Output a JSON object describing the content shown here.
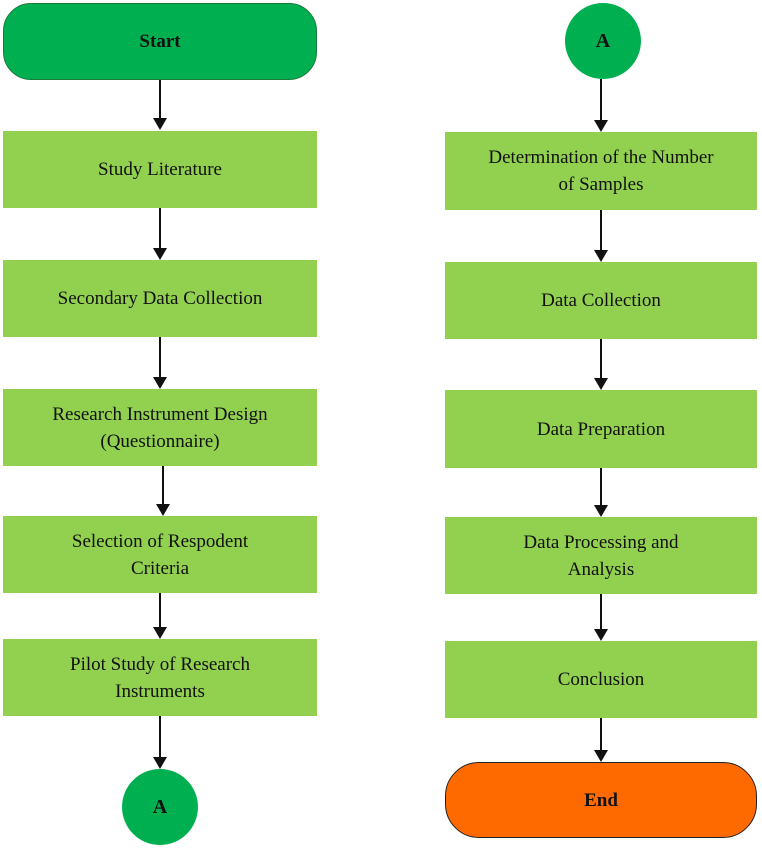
{
  "left_column": {
    "start_label": "Start",
    "steps": [
      {
        "line1": "Study Literature",
        "line2": ""
      },
      {
        "line1": "Secondary Data Collection",
        "line2": ""
      },
      {
        "line1": "Research Instrument Design",
        "line2": "(Questionnaire)"
      },
      {
        "line1": "Selection of Respodent",
        "line2": "Criteria"
      },
      {
        "line1": "Pilot Study of Research",
        "line2": "Instruments"
      }
    ],
    "connector_label": "A"
  },
  "right_column": {
    "connector_label": "A",
    "steps": [
      {
        "line1": "Determination of the Number",
        "line2": "of Samples"
      },
      {
        "line1": "Data Collection",
        "line2": ""
      },
      {
        "line1": "Data Preparation",
        "line2": ""
      },
      {
        "line1": "Data Processing and",
        "line2": "Analysis"
      },
      {
        "line1": "Conclusion",
        "line2": ""
      }
    ],
    "end_label": "End"
  },
  "colors": {
    "process_fill": "#92d050",
    "start_fill": "#00b050",
    "connector_fill": "#00b050",
    "end_fill": "#ff6a00",
    "arrow": "#111111"
  }
}
